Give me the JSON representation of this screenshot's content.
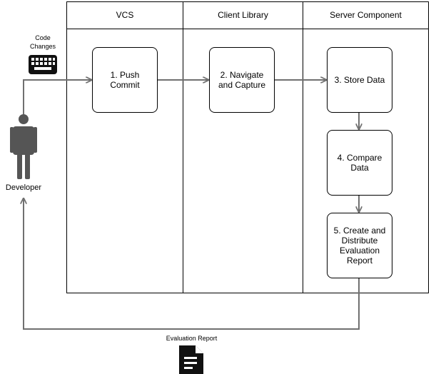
{
  "lanes": [
    {
      "title": "VCS"
    },
    {
      "title": "Client Library"
    },
    {
      "title": "Server Component"
    }
  ],
  "steps": [
    {
      "label": "1. Push\nCommit"
    },
    {
      "label": "2. Navigate\nand Capture"
    },
    {
      "label": "3. Store Data"
    },
    {
      "label": "4. Compare\nData"
    },
    {
      "label": "5. Create and\nDistribute\nEvaluation\nReport"
    }
  ],
  "actor": {
    "label": "Developer",
    "icon": "person-icon"
  },
  "input": {
    "label": "Code\nChanges",
    "icon": "keyboard-icon"
  },
  "output": {
    "label": "Evaluation Report",
    "icon": "document-icon"
  },
  "colors": {
    "line": "#000000",
    "arrow": "#707070",
    "icon": "#555555",
    "doc": "#111111"
  }
}
